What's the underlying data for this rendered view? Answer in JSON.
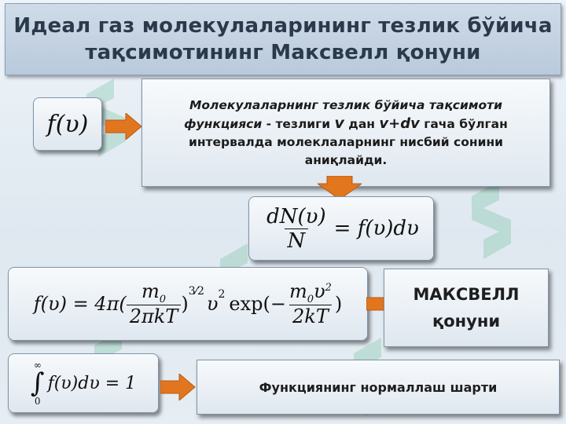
{
  "title": {
    "line1": "Идеал газ молекулаларининг тезлик бўйича",
    "line2": "тақсимотининг Максвелл қонуни"
  },
  "function_box": {
    "formula": "f(υ)"
  },
  "description": {
    "italic": "Молекулаларнинг тезлик бўйича тақсимоти функцияси",
    "text1": " - тезлиги ",
    "v": "v",
    "text2": " дан ",
    "v_dv": "v+dv",
    "text3": " гача бўлган интервалда молеклаларнинг нисбий сонини аниқлайди."
  },
  "ratio_formula": {
    "numerator": "dN(υ)",
    "denominator": "N",
    "rhs": "= f(υ)dυ"
  },
  "maxwell_formula": {
    "lhs": "f(υ) = 4π(",
    "m0": "m",
    "sub0": "0",
    "den1": "2πkT",
    "exp32_num": "3",
    "exp32_den": "2",
    "v2": "υ",
    "sq": "2",
    "exp": "exp(−",
    "m0b": "m",
    "sub0b": "0",
    "vb": "υ",
    "sqb": "2",
    "den2": "2kT",
    "close": ")"
  },
  "maxwell_label": {
    "line1": "МАКСВЕЛЛ",
    "line2": "қонуни"
  },
  "normalization_formula": {
    "upper": "∞",
    "lower": "0",
    "integral": "∫",
    "body": "f(υ)dυ = 1"
  },
  "normalization_label": "Функциянинг нормаллаш шарти",
  "colors": {
    "arrow": "#e2761f",
    "watermark": "#3fae7a"
  }
}
